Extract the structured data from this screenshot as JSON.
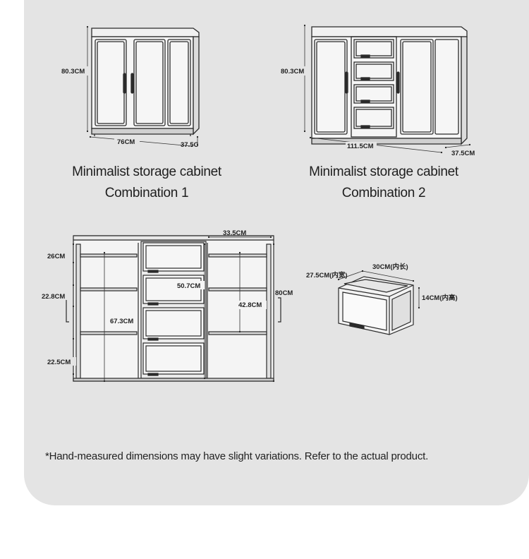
{
  "combo1": {
    "height": "80.3CM",
    "width": "76CM",
    "depth": "37.5C",
    "caption_line1": "Minimalist storage cabinet",
    "caption_line2": "Combination 1"
  },
  "combo2": {
    "height": "80.3CM",
    "width": "111.5CM",
    "depth": "37.5CM",
    "caption_line1": "Minimalist storage cabinet",
    "caption_line2": "Combination 2"
  },
  "interior": {
    "drawer_col_width": "33.5CM",
    "top_shelf": "26CM",
    "mid_shelf": "22.8CM",
    "bottom_shelf": "22.5CM",
    "left_inner_height": "67.3CM",
    "drawer_stack_height": "50.7CM",
    "right_inner_height": "42.8CM",
    "total_height": "80CM"
  },
  "drawer": {
    "length": "30CM(内长)",
    "width": "27.5CM(内宽)",
    "height": "14CM(内高)"
  },
  "footnote": "*Hand-measured dimensions may have slight variations. Refer to the actual product."
}
